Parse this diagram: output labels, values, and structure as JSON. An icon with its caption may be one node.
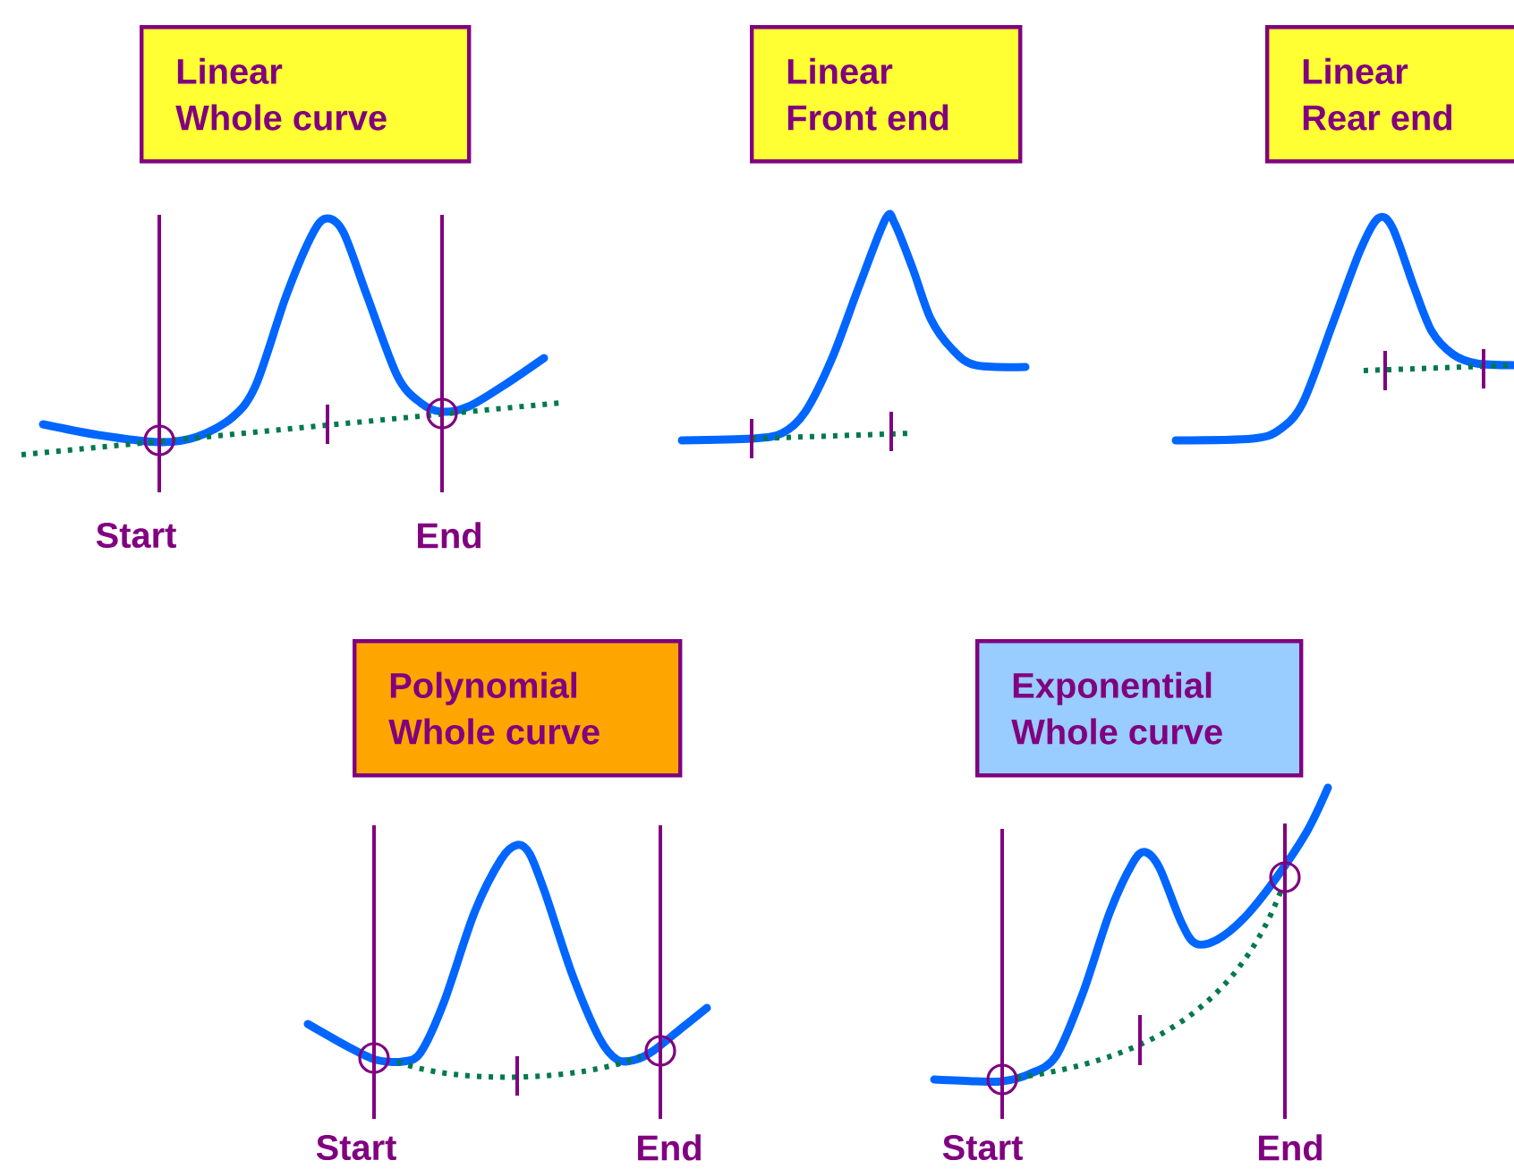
{
  "diagram": {
    "nodes": [
      {
        "text": [
          "Linear",
          "Whole curve"
        ]
      },
      {
        "text": [
          "Linear",
          "Front end"
        ]
      },
      {
        "text": [
          "Linear",
          "Rear end"
        ]
      },
      {
        "text": [
          "Polynomial",
          "Whole curve"
        ]
      },
      {
        "text": [
          "Exponential",
          "Whole curve"
        ]
      }
    ],
    "labels": [
      "Start",
      "End",
      "Start",
      "End",
      "Start",
      "End"
    ]
  }
}
